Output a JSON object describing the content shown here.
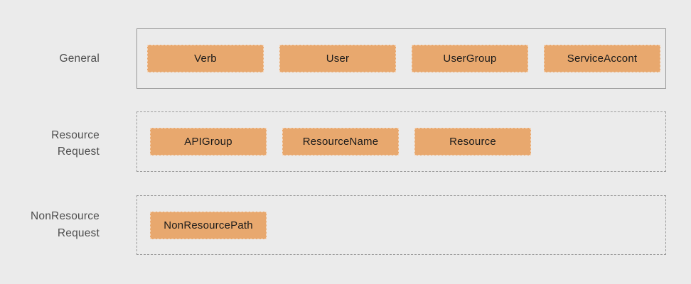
{
  "colors": {
    "page_bg": "#ebebeb",
    "box_fill": "#e8a86e",
    "box_text": "#1a1a1a",
    "label_text": "#4f4f4f",
    "solid_border": "#979797",
    "dashed_border": "#999999"
  },
  "rows": [
    {
      "label_lines": [
        "General"
      ],
      "border_style": "solid",
      "items": [
        "Verb",
        "User",
        "UserGroup",
        "ServiceAccont"
      ]
    },
    {
      "label_lines": [
        "Resource",
        "Request"
      ],
      "border_style": "dashed",
      "items": [
        "APIGroup",
        "ResourceName",
        "Resource"
      ]
    },
    {
      "label_lines": [
        "NonResource",
        "Request"
      ],
      "border_style": "dashed",
      "items": [
        "NonResourcePath"
      ]
    }
  ]
}
